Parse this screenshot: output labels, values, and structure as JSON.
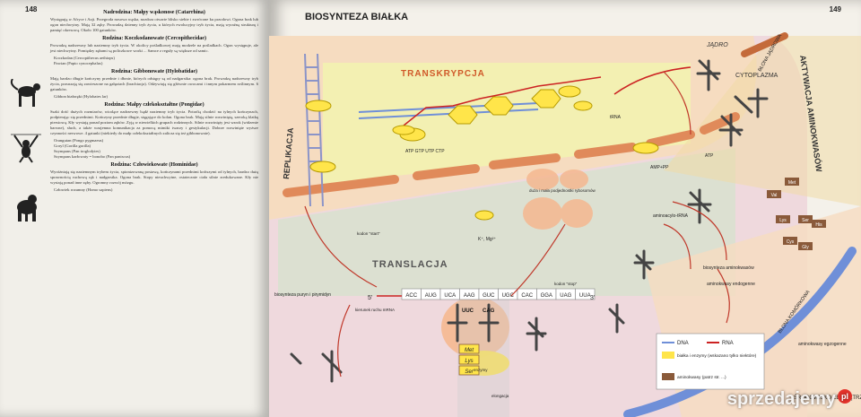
{
  "left_page": {
    "page_number": "148",
    "sections": [
      {
        "title": "Nadrodzina: Małpy wąskonose (Catarrhina)",
        "body": "Występują w Afryce i Azji. Przegroda nosowa wąska, nozdrza otwarte blisko siebie i zwrócone ku przodowi. Ogona brak lub ogon niechwytny. Mają 32 zęby. Prowadzą dzienny tryb życia, u których ewolucyjny tryb życia, mają wyraźną strukturę i pamięć okresową. Około 100 gatunków."
      },
      {
        "title": "Rodzina: Koczkodanowate (Cercopithecidae)",
        "body": "Prowadzą nadrzewny lub naziemny tryb życia. W okolicy pośladkowej mają modzele na pośladkach. Ogon występuje, ale jest niechwytny. Pomiędzy zębami są policzkowe worki ... Samce z reguły są większe od samic.",
        "items": [
          "Koczkodan (Cercopithecus aethiops)",
          "Pawian (Papio cynocephalus)"
        ]
      },
      {
        "title": "Rodzina: Gibbonowate (Hylobatidae)",
        "body": "Mają bardzo długie kończyny przednie i dłonie, których odstępy są od nadgarstka: ogona brak. Prowadzą nadrzewny tryb życia, poruszają się zawieszone na gałęziach (brachiacja). Odżywiają się głównie owocami i innym pokarmem roślinnym. 6 gatunków.",
        "items": [
          "Gibbon białoręki (Hylobates lar)"
        ]
      },
      {
        "title": "Rodzina: Małpy człekokształtne (Pongidae)",
        "body": "Ssaki dość dużych rozmiarów, wiodące nadrzewny bądź naziemny tryb życia. Potrafią chodzić na tylnych kończynach, podpierając się przednimi. Kończyny przednie długie, sięgające do kolan. Ogona brak. Mają silnie rozwiniętą, szeroką klatkę piersiową. Kły wystają ponad poziom zębów. Zyją w niewielkich grupach rodzinnych. Silnie rozwinięty jest wzrok (widzenie barwne), słuch, a także wzajemna komunikacja za pomocą mimiki twarzy i gestykulacji. Dobrze rozwinięte wyższe czynności nerwowe. 4 gatunki (niekiedy do małp człekokształtnych zalicza się też gibbonowate).",
        "items": [
          "Orangutan (Pongo pygmaeus)",
          "Goryl (Gorilla gorilla)",
          "Szympans (Pan troglodytes)",
          "Szympans karłowaty = bonobo (Pan paniscus)"
        ]
      },
      {
        "title": "Rodzina: Człowiekowate (Hominidae)",
        "body": "Wyróżniają się naziemnym trybem życia, spionizowaną postawą, kończynami przednimi krótszymi od tylnych, bardzo dużą sprawnością ruchową rąk i nadgarstka. Ogona brak. Stopy nieuchwytne, ostatecznie ciała silnie zredukowane. Kły nie wystają ponad inne zęby. Ogromny rozwój mózgu.",
        "items": [
          "Człowiek rozumny (Homo sapiens)"
        ]
      }
    ],
    "icons": [
      "monkey-icon",
      "gibbon-icon",
      "chimpanzee-icon"
    ]
  },
  "right_page": {
    "page_number": "149",
    "title": "BIOSYNTEZA BIAŁKA",
    "labels": {
      "replikacja": "REPLIKACJA",
      "transkrypcja": "TRANSKRYPCJA",
      "translacja": "TRANSLACJA",
      "aktywacja": "AKTYWACJA AMINOKWASÓW",
      "jadro": "JĄDRO",
      "cytoplazma": "CYTOPLAZMA",
      "blona_jadrowa": "BŁONA JĄDROWA",
      "blona_komorkowa": "BŁONA KOMÓRKOWA",
      "srodowisko": "ŚRODOWISKO ZEWNĘTRZNE",
      "atp_gtp": "ATP GTP UTP CTP",
      "amp_pp": "AMP+PP",
      "atp": "ATP",
      "aminoacylo": "aminoacylo-tRNA",
      "biosynteza_aa": "biosynteza aminokwasów",
      "aminokwasy_endo": "aminokwasy endogenne",
      "aminokwasy_egzo": "aminokwasy egzogenne",
      "biosynteza_puryn": "biosynteza puryn i pirymidyn",
      "kodon_start": "kodon \"start\"",
      "kodon_stop": "kodon \"stop\"",
      "kierunek": "kierunek ruchu mRNA",
      "elongacja": "elongacja",
      "trna": "tRNA",
      "mrna_5": "5'",
      "mrna_3": "3'",
      "anticodon1": "UUC",
      "anticodon2": "CAG",
      "mg": "K⁺, Mg²⁺",
      "podjednostki": "duża i mała podjednostki rybosomów",
      "enzymy": "enzymy"
    },
    "codons": [
      "ACC",
      "AUG",
      "UCA",
      "AAG",
      "GUC",
      "UGC",
      "CAC",
      "GGA",
      "UAG",
      "UUA"
    ],
    "chain": [
      "Met",
      "Lys",
      "Ser"
    ],
    "free_aa": [
      "Met",
      "Lys",
      "Ser",
      "His",
      "Cys",
      "Gly",
      "Val"
    ],
    "legend": {
      "dna": "DNA",
      "rna": "RNA",
      "proteins": "białka i enzymy (wskazano tylko niektóre)",
      "amino": "aminokwasy (patrz str. ...)"
    },
    "colors": {
      "nucleus": "#f6dcc0",
      "transcription_band": "#f3f2b0",
      "translation_band": "#d9ecc9",
      "membrane_nuclear": "#e08a5a",
      "membrane_cell": "#6f8fd8",
      "cytoplasm_pink": "#efd9dd",
      "enzyme_yellow": "#ffe54a",
      "amino_brown": "#8a5a3a"
    }
  },
  "watermark": {
    "brand": "sprzedajemy",
    "tld": "pl"
  }
}
